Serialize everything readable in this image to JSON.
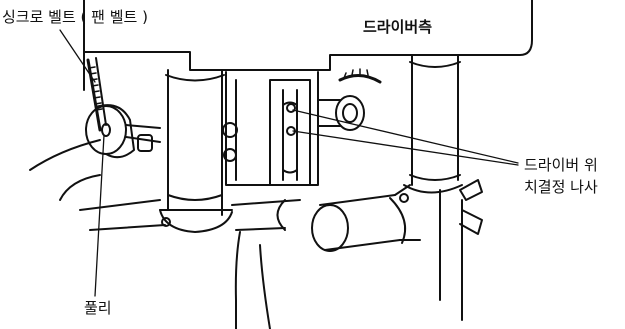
{
  "labels": {
    "sync_belt": "싱크로 벨트 ( 팬 벨트 )",
    "driver_side": "드라이버측",
    "driver_screw_line1": "드라이버 위",
    "driver_screw_line2": "치결정 나사",
    "pulley": "풀리"
  }
}
